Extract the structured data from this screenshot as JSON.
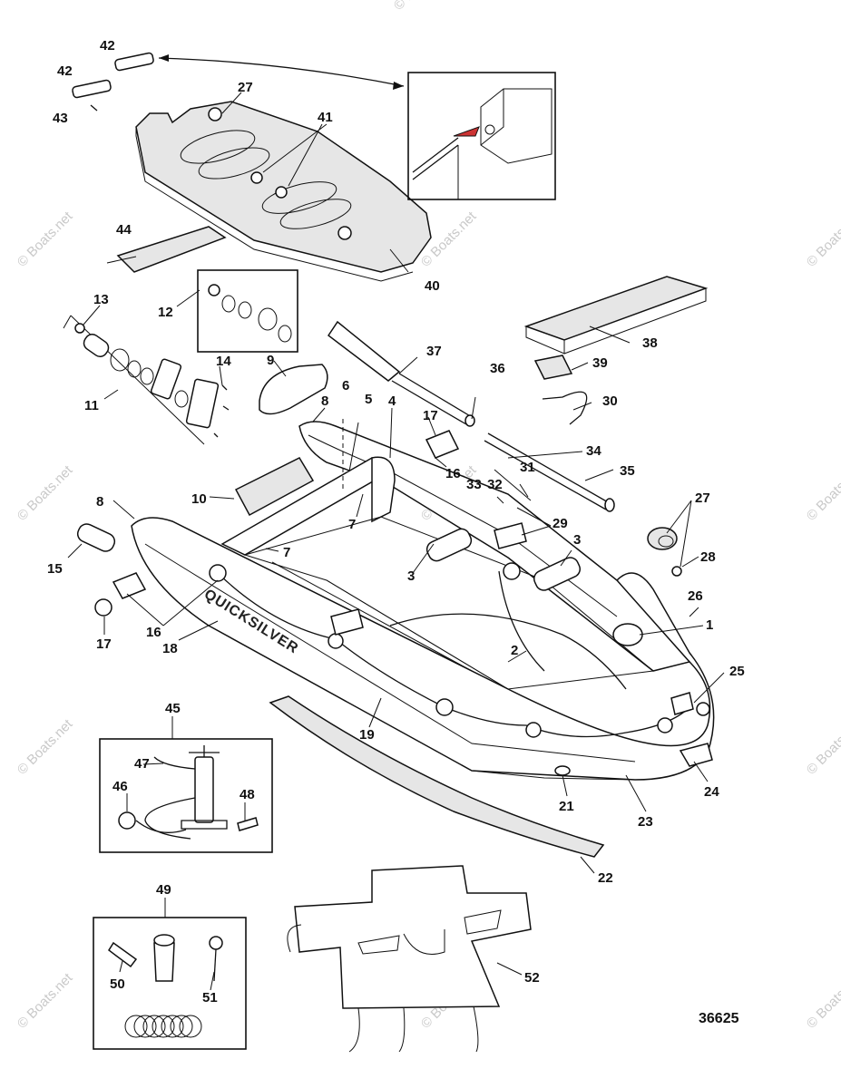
{
  "drawing_number": "36625",
  "brand_text": "QUICKSILVER",
  "watermark": "© Boats.net",
  "callouts": [
    "1",
    "2",
    "3",
    "3",
    "4",
    "5",
    "6",
    "7",
    "7",
    "8",
    "8",
    "9",
    "10",
    "11",
    "12",
    "13",
    "14",
    "15",
    "16",
    "16",
    "17",
    "17",
    "18",
    "19",
    "21",
    "22",
    "23",
    "24",
    "25",
    "26",
    "27",
    "27",
    "28",
    "29",
    "30",
    "31",
    "32",
    "33",
    "34",
    "35",
    "36",
    "37",
    "38",
    "39",
    "40",
    "41",
    "42",
    "42",
    "43",
    "44",
    "45",
    "46",
    "47",
    "48",
    "49",
    "50",
    "51",
    "52"
  ]
}
